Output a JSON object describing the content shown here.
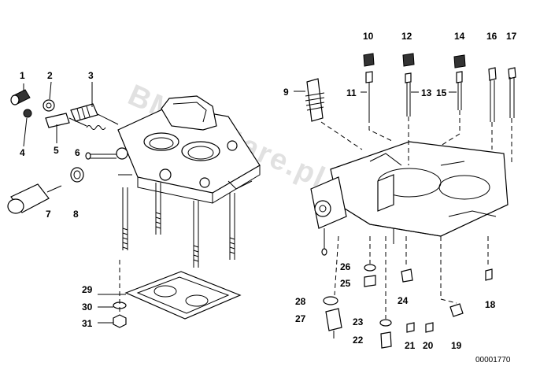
{
  "watermark": "BMW-Stare.pl",
  "drawing_number": "00001770",
  "callouts": [
    "1",
    "2",
    "3",
    "4",
    "5",
    "6",
    "7",
    "8",
    "9",
    "10",
    "11",
    "12",
    "13",
    "14",
    "15",
    "16",
    "17",
    "18",
    "19",
    "20",
    "21",
    "22",
    "23",
    "24",
    "25",
    "26",
    "27",
    "28",
    "29",
    "30",
    "31"
  ]
}
